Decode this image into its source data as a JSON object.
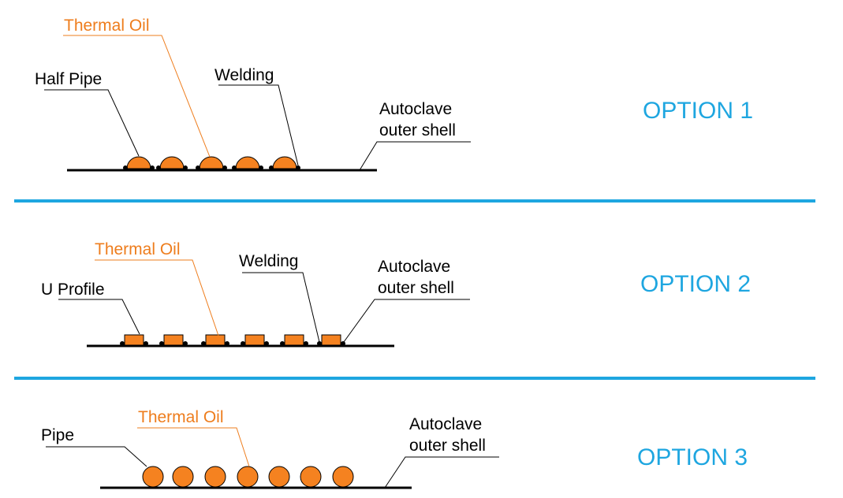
{
  "colors": {
    "oil": "#f58220",
    "oil_text": "#ee7d1d",
    "divider": "#1ea6e0",
    "option": "#1ea6e0",
    "line": "#000000"
  },
  "option1": {
    "title": "OPTION 1",
    "thermal_oil": "Thermal Oil",
    "half_pipe": "Half Pipe",
    "welding": "Welding",
    "shell_line1": "Autoclave",
    "shell_line2": "outer shell"
  },
  "option2": {
    "title": "OPTION 2",
    "thermal_oil": "Thermal Oil",
    "u_profile": "U Profile",
    "welding": "Welding",
    "shell_line1": "Autoclave",
    "shell_line2": "outer shell"
  },
  "option3": {
    "title": "OPTION 3",
    "thermal_oil": "Thermal Oil",
    "pipe": "Pipe",
    "shell_line1": "Autoclave",
    "shell_line2": "outer shell"
  }
}
